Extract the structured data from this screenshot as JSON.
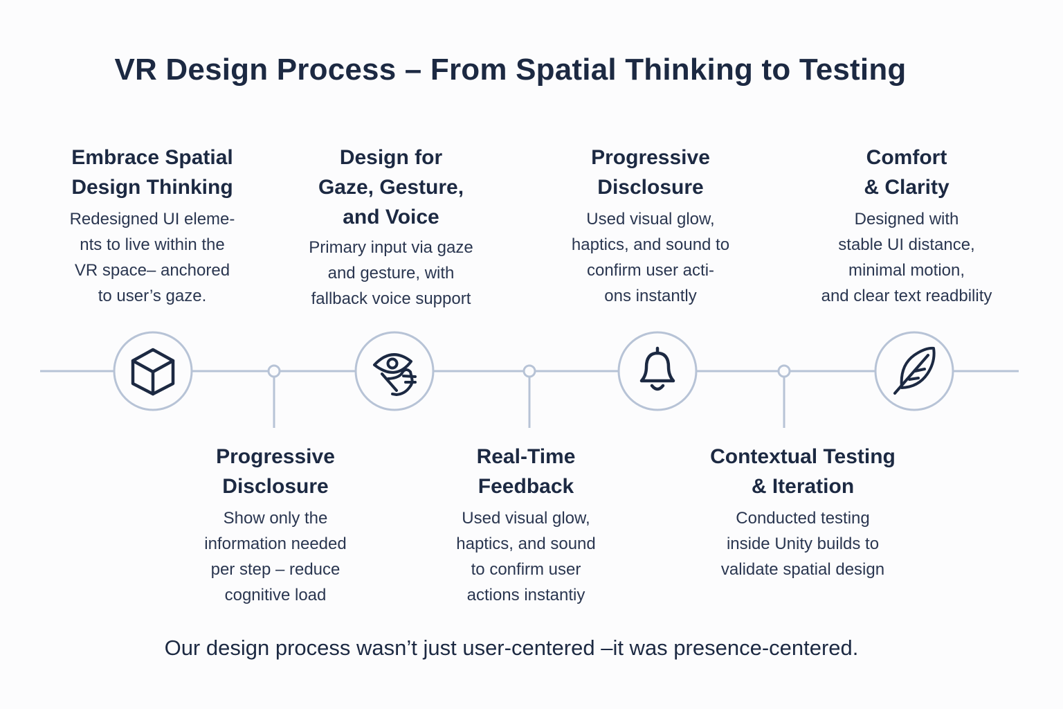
{
  "title": "VR Design Process – From Spatial Thinking to Testing",
  "top_steps": [
    {
      "title": "Embrace Spatial\nDesign Thinking",
      "description": "Redesigned UI eleme-\nnts to live within the\nVR space– anchored\nto user’s gaze.",
      "icon": "cube-icon"
    },
    {
      "title": "Design for\nGaze, Gesture,\nand Voice",
      "description": "Primary input via gaze\nand gesture, with\nfallback voice support",
      "icon": "eye-hand-icon"
    },
    {
      "title": "Progressive\nDisclosure",
      "description": "Used visual glow,\nhaptics, and sound to\nconfirm user acti-\nons instantly",
      "icon": "bell-icon"
    },
    {
      "title": "Comfort\n& Clarity",
      "description": "Designed with\nstable UI distance,\nminimal motion,\nand clear text readbility",
      "icon": "feather-icon"
    }
  ],
  "bottom_steps": [
    {
      "title": "Progressive\nDisclosure",
      "description": "Show only the\ninformation needed\nper step – reduce\ncognitive load"
    },
    {
      "title": "Real-Time\nFeedback",
      "description": "Used visual glow,\nhaptics, and sound\nto confirm user\nactions instantiy"
    },
    {
      "title": "Contextual Testing\n& Iteration",
      "description": "Conducted testing\ninside Unity builds to\nvalidate spatial design"
    }
  ],
  "closing": "Our design process wasn’t just user-centered –it was presence-centered.",
  "colors": {
    "text": "#1c2942",
    "line": "#b7c3d6",
    "icon": "#1c2942",
    "background": "#fcfcfd"
  }
}
